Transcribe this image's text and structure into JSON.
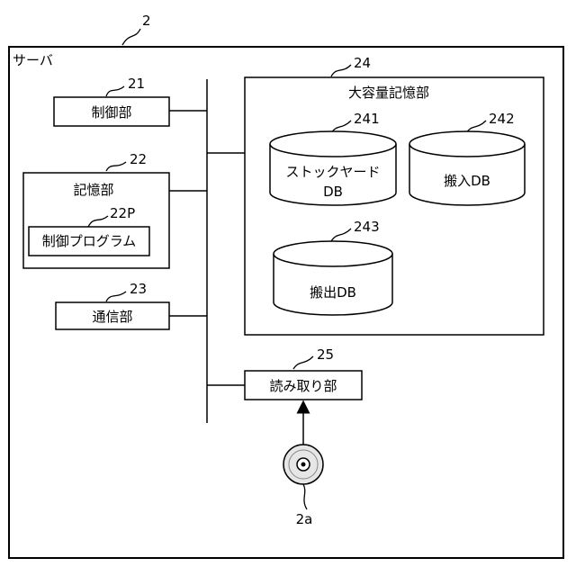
{
  "server": {
    "ref": "2",
    "label": "サーバ"
  },
  "control": {
    "ref": "21",
    "label": "制御部"
  },
  "storage": {
    "ref": "22",
    "label": "記憶部",
    "program": {
      "ref": "22P",
      "label": "制御プログラム"
    }
  },
  "comm": {
    "ref": "23",
    "label": "通信部"
  },
  "mass": {
    "ref": "24",
    "label": "大容量記憶部",
    "dbs": [
      {
        "ref": "241",
        "line1": "ストックヤード",
        "line2": "DB"
      },
      {
        "ref": "242",
        "line1": "搬入DB"
      },
      {
        "ref": "243",
        "line1": "搬出DB"
      }
    ]
  },
  "reader": {
    "ref": "25",
    "label": "読み取り部"
  },
  "media": {
    "ref": "2a",
    "icon": "disc-icon"
  }
}
